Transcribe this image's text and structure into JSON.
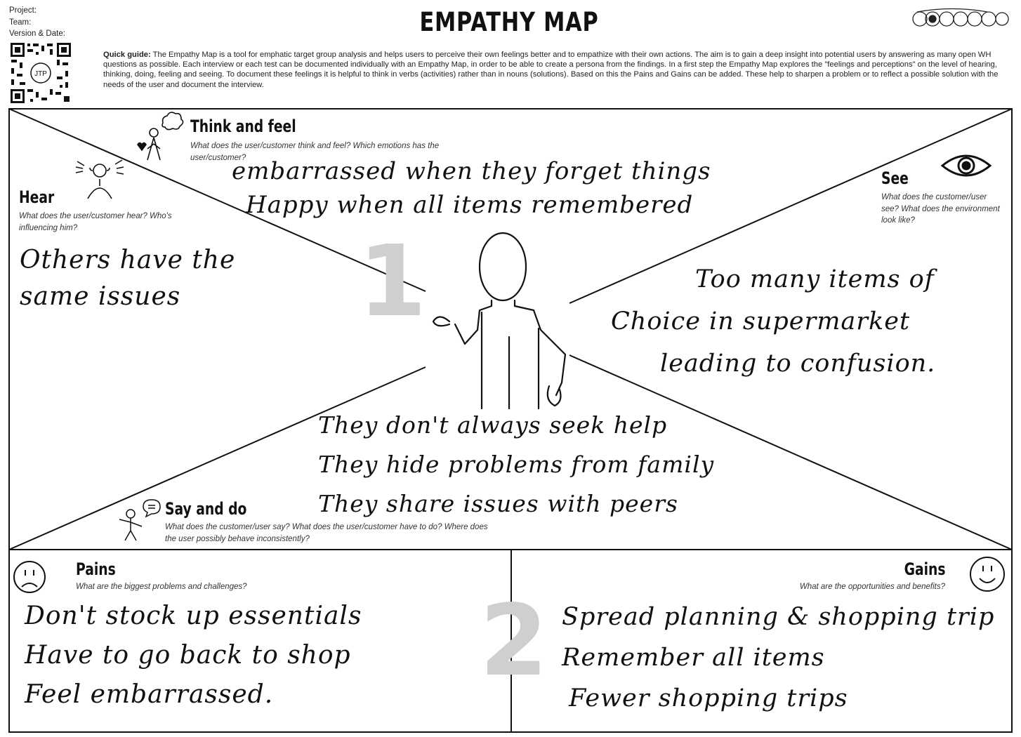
{
  "header": {
    "meta_lines": [
      "Project:",
      "Team:",
      "Version & Date:"
    ],
    "title": "EMPATHY MAP",
    "guide_label": "Quick guide:",
    "guide_text": " The Empathy Map is a tool for emphatic target group analysis and helps users to perceive their own feelings better and to empathize with their own actions. The aim is to gain a deep insight into potential users by answering as many open WH questions as possible. Each interview or each test can be documented individually with an Empathy Map, in order to be able to create a persona from the findings. In a first step the Empathy Map explores the \"feelings and perceptions\" on the level of hearing, thinking, doing, feeling and seeing. To document these feelings it is helpful to think in verbs (activities) rather than in nouns (solutions). Based on this the Pains and Gains can be added. These help to sharpen a problem or to reflect a possible solution with the needs of the user and document the interview.",
    "qr_text": "JTP"
  },
  "sections": {
    "think": {
      "title": "Think and feel",
      "question": "What does the user/customer think and feel? Which emotions has the user/customer?",
      "notes": [
        "embarrassed when they forget things",
        "Happy when all items remembered"
      ]
    },
    "hear": {
      "title": "Hear",
      "question": "What does the user/customer hear? Who's influencing him?",
      "notes": [
        "Others have the",
        "same issues"
      ]
    },
    "see": {
      "title": "See",
      "question": "What does the customer/user see? What does the environment look like?",
      "notes": [
        "Too many items of",
        "Choice in supermarket",
        "leading to confusion."
      ]
    },
    "say": {
      "title": "Say and do",
      "question": "What does the customer/user say? What does the user/customer have to do? Where does the user possibly behave inconsistently?",
      "notes": [
        "They don't always seek help",
        "They hide problems from family",
        "They share issues with peers"
      ]
    },
    "pains": {
      "title": "Pains",
      "question": "What are the biggest problems and challenges?",
      "notes": [
        "Don't stock up essentials",
        "Have to go back to shop",
        "Feel embarrassed."
      ]
    },
    "gains": {
      "title": "Gains",
      "question": "What are the opportunities and benefits?",
      "notes": [
        "Spread planning & shopping trip",
        "Remember all items",
        "Fewer shopping trips"
      ]
    }
  },
  "step_numbers": [
    "1",
    "2"
  ]
}
